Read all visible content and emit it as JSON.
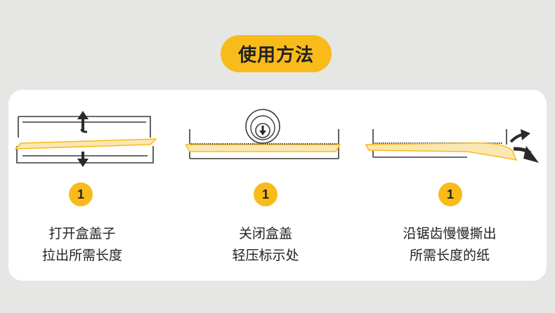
{
  "header": {
    "title": "使用方法"
  },
  "colors": {
    "accent": "#f8bb19",
    "paper": "#fbe7b2",
    "stroke": "#3a3a3a"
  },
  "steps": [
    {
      "number": "1",
      "line1": "打开盒盖子",
      "line2": "拉出所需长度"
    },
    {
      "number": "1",
      "line1": "关闭盒盖",
      "line2": "轻压标示处"
    },
    {
      "number": "1",
      "line1": "沿锯齿慢慢撕出",
      "line2": "所需长度的纸"
    }
  ]
}
